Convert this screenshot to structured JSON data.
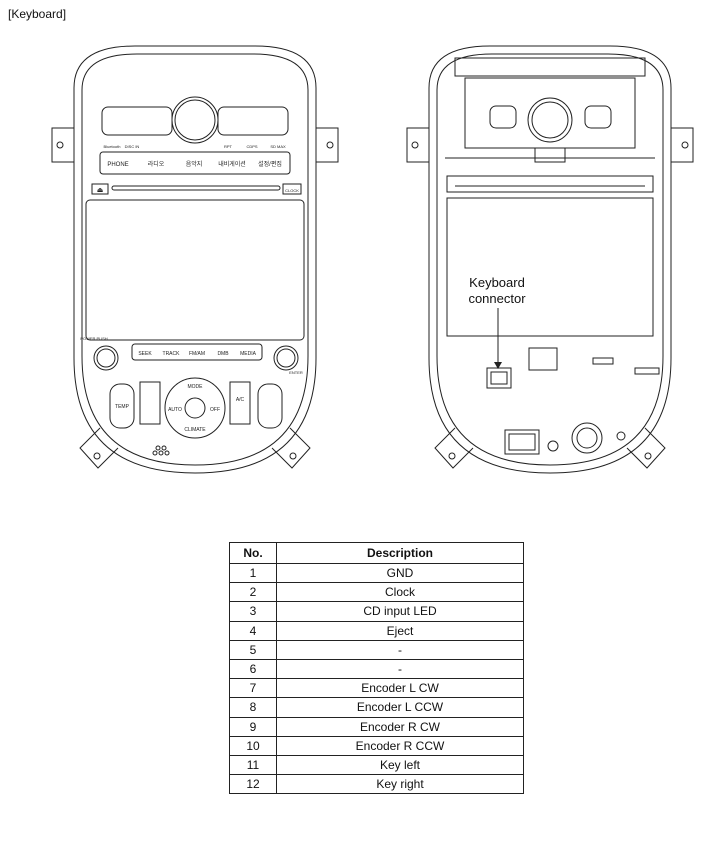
{
  "section_title": "[Keyboard]",
  "front_view": {
    "indicators": [
      "Bluetooth",
      "DISC IN",
      "RPT",
      "CDPS",
      "SD MAX"
    ],
    "top_buttons": [
      "PHONE",
      "라디오",
      "음악지",
      "내비게이션",
      "설정/편집"
    ],
    "eject_label": "⏏",
    "clock_label": "CLOCK",
    "power_label": "POWER PUSH",
    "bottom_buttons": [
      "SEEK",
      "TRACK",
      "FM/AM",
      "DMB",
      "MEDIA"
    ],
    "enter_label": "ENTER",
    "dial_labels": {
      "mode": "MODE",
      "auto": "AUTO",
      "off": "OFF",
      "climate": "CLIMATE",
      "ac": "A/C"
    },
    "temp_label": "TEMP"
  },
  "rear_view": {
    "callout": [
      "Keyboard",
      "connector"
    ]
  },
  "pin_table": {
    "headers": {
      "no": "No.",
      "description": "Description"
    },
    "rows": [
      {
        "no": "1",
        "description": "GND"
      },
      {
        "no": "2",
        "description": "Clock"
      },
      {
        "no": "3",
        "description": "CD input LED"
      },
      {
        "no": "4",
        "description": "Eject"
      },
      {
        "no": "5",
        "description": "-"
      },
      {
        "no": "6",
        "description": "-"
      },
      {
        "no": "7",
        "description": "Encoder L CW"
      },
      {
        "no": "8",
        "description": "Encoder L CCW"
      },
      {
        "no": "9",
        "description": "Encoder R CW"
      },
      {
        "no": "10",
        "description": "Encoder R CCW"
      },
      {
        "no": "11",
        "description": "Key left"
      },
      {
        "no": "12",
        "description": "Key right"
      }
    ]
  }
}
